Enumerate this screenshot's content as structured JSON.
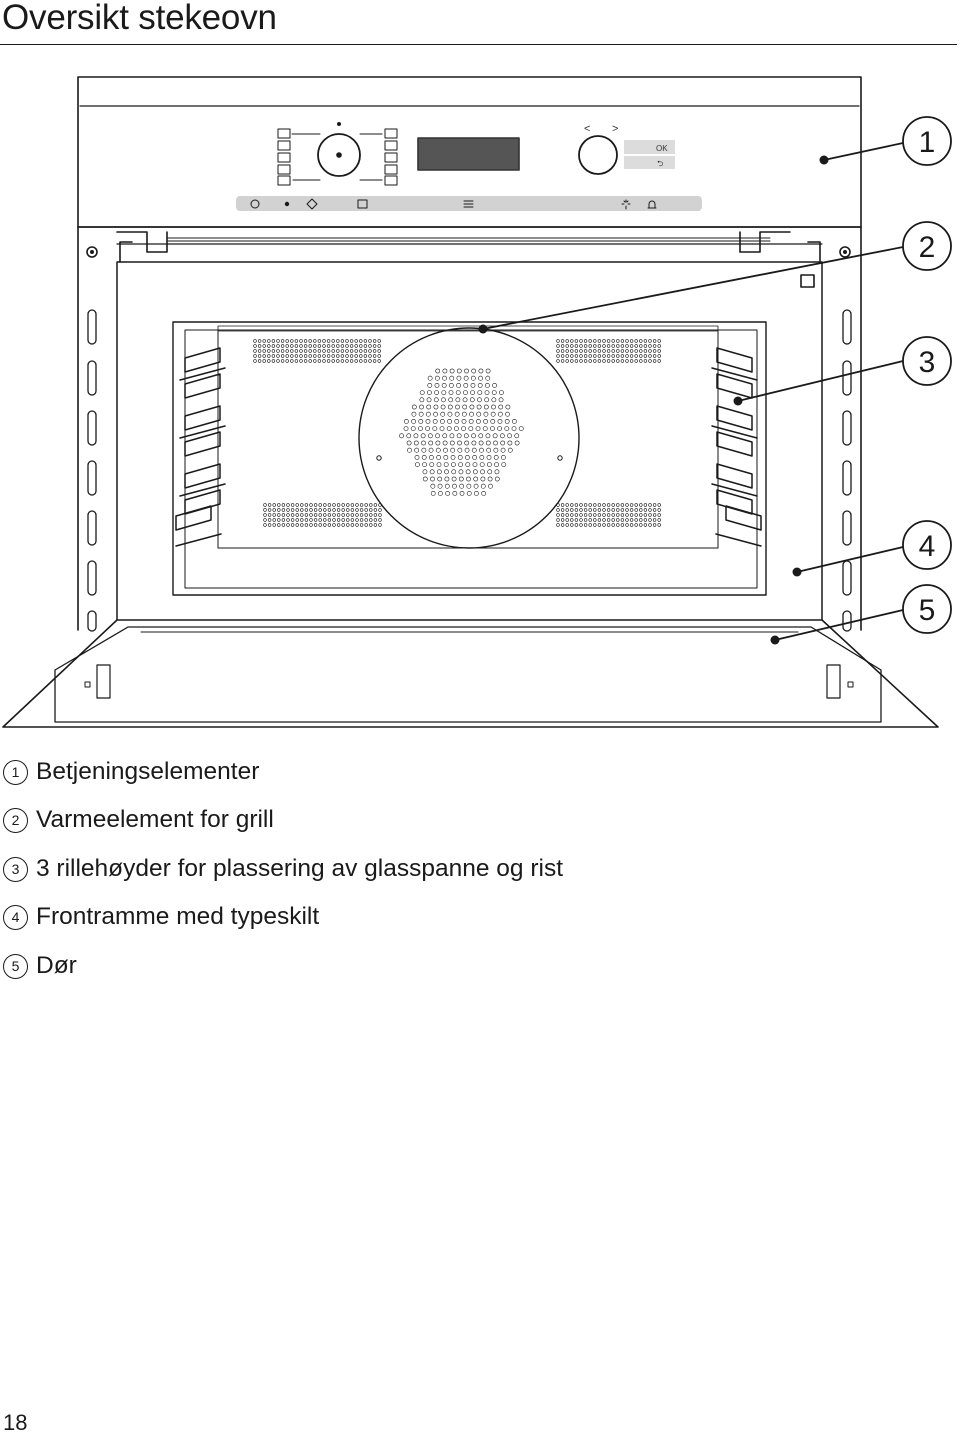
{
  "header": {
    "title": "Oversikt stekeovn"
  },
  "diagram": {
    "control_panel": {
      "display_labels": {
        "ok": "OK",
        "back": "⮌",
        "prev": "<",
        "next": ">"
      }
    },
    "callouts": [
      {
        "num": "1"
      },
      {
        "num": "2"
      },
      {
        "num": "3"
      },
      {
        "num": "4"
      },
      {
        "num": "5"
      }
    ]
  },
  "legend": [
    {
      "num": "1",
      "text": "Betjeningselementer"
    },
    {
      "num": "2",
      "text": "Varmeelement for grill"
    },
    {
      "num": "3",
      "text": "3 rillehøyder for plassering av glasspanne og rist"
    },
    {
      "num": "4",
      "text": "Frontramme med typeskilt"
    },
    {
      "num": "5",
      "text": "Dør"
    }
  ],
  "footer": {
    "page_number": "18"
  }
}
